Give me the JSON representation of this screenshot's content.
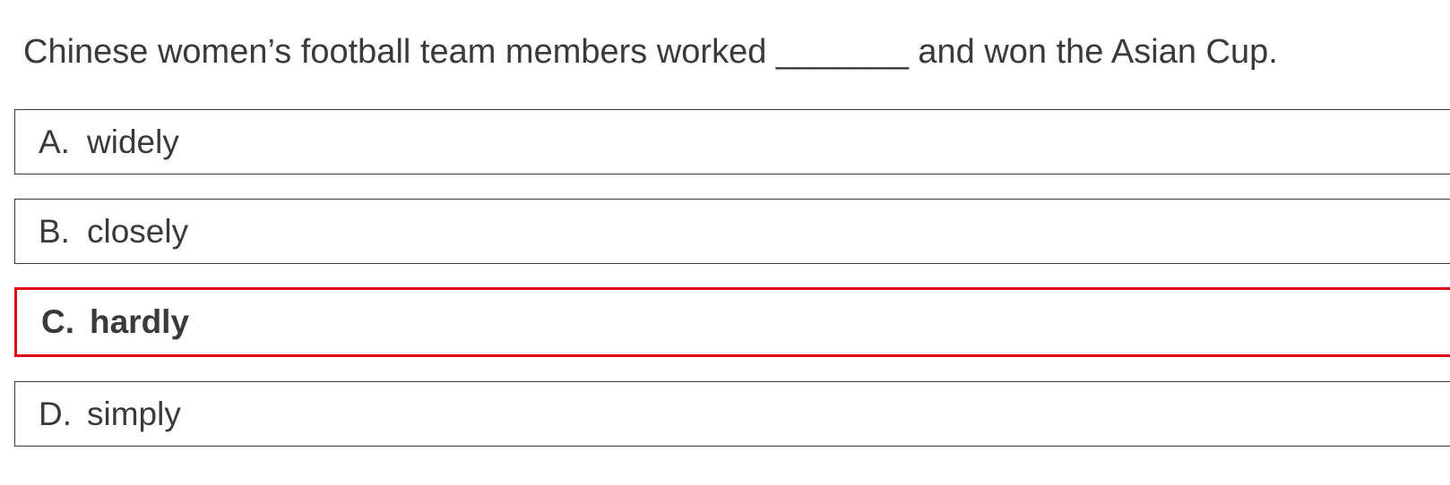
{
  "question": {
    "text": "Chinese women’s football team members worked _______ and won the Asian Cup."
  },
  "options": [
    {
      "letter": "A.",
      "text": "widely",
      "selected": false
    },
    {
      "letter": "B.",
      "text": "closely",
      "selected": false
    },
    {
      "letter": "C.",
      "text": "hardly",
      "selected": true
    },
    {
      "letter": "D.",
      "text": "simply",
      "selected": false
    }
  ],
  "colors": {
    "selected_border": "#e30613",
    "default_border": "#3c3c3c",
    "text": "#3a3a3a"
  }
}
